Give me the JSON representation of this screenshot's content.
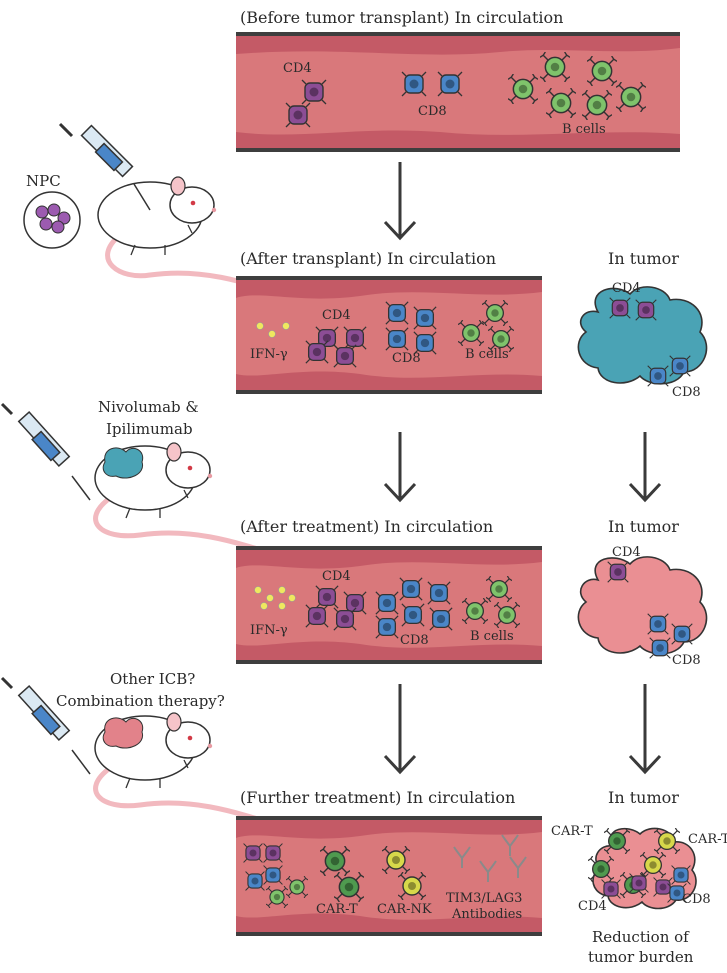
{
  "stages": [
    {
      "title": "(Before tumor transplant) In circulation",
      "labels": {
        "cd4": "CD4",
        "cd8": "CD8",
        "bcells": "B cells"
      }
    },
    {
      "title": "(After transplant) In circulation",
      "labels": {
        "ifn": "IFN-γ",
        "cd4": "CD4",
        "cd8": "CD8",
        "bcells": "B cells"
      },
      "tumor": {
        "title": "In tumor",
        "cd4": "CD4",
        "cd8": "CD8",
        "color": "#4aa3b5"
      }
    },
    {
      "title": "(After treatment) In circulation",
      "labels": {
        "ifn": "IFN-γ",
        "cd4": "CD4",
        "cd8": "CD8",
        "bcells": "B cells"
      },
      "tumor": {
        "title": "In tumor",
        "cd4": "CD4",
        "cd8": "CD8",
        "color": "#ea8f93"
      }
    },
    {
      "title": "(Further treatment) In circulation",
      "labels": {
        "cart": "CAR-T",
        "carnk": "CAR-NK",
        "antibodies_line1": "TIM3/LAG3",
        "antibodies_line2": "Antibodies"
      },
      "tumor": {
        "title": "In tumor",
        "cart_left": "CAR-T",
        "cart_right": "CAR-T",
        "cd4": "CD4",
        "cd8": "CD8",
        "caption_line1": "Reduction of",
        "caption_line2": "tumor burden",
        "color": "#ea8f93"
      }
    }
  ],
  "side_labels": {
    "npc": "NPC",
    "treatment_line1": "Nivolumab &",
    "treatment_line2": "Ipilimumab",
    "further_line1": "Other ICB?",
    "further_line2": "Combination therapy?"
  },
  "colors": {
    "vessel": "#d9787b",
    "vessel_wall": "#c45a66",
    "vessel_border": "#3e3e3e",
    "cd4": "#8c4d95",
    "cd8": "#4a86c8",
    "bcell": "#7fc36b",
    "car_nk": "#d7d84a",
    "ifn": "#efe85f",
    "mouse_tumor_treated": "#4aa3b5",
    "mouse_tumor_further": "#e2828a",
    "npc_cells": "#9c5bb0"
  }
}
